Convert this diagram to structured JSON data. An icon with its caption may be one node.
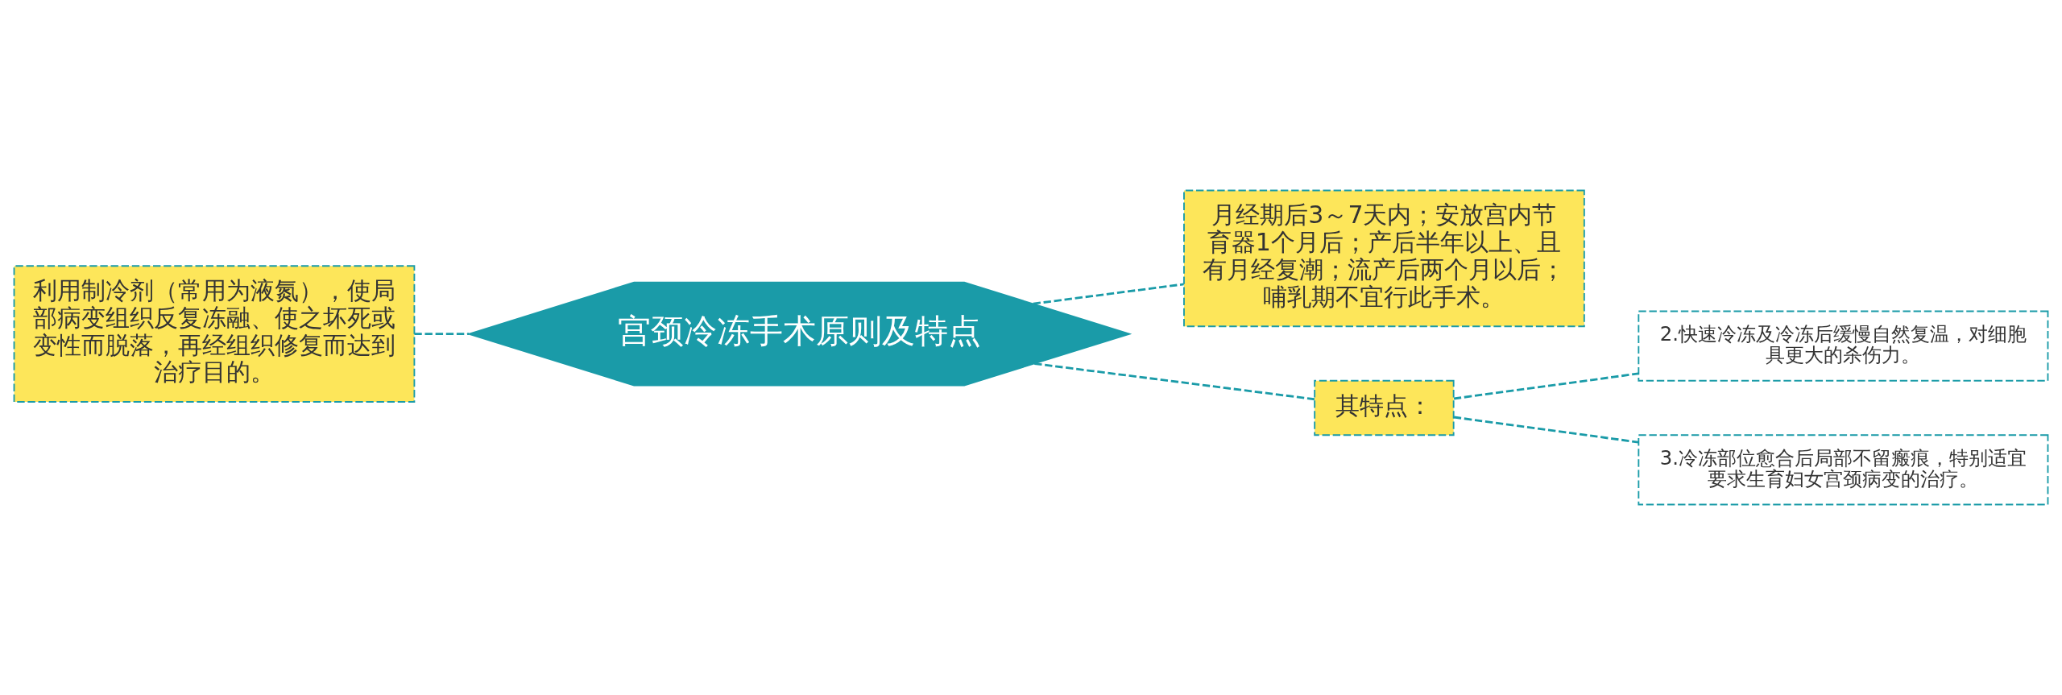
{
  "diagram": {
    "nodes": [
      {
        "text": [
          "宫颈冷冻手术原则及特点"
        ]
      },
      {
        "text": [
          "利用制冷剂（常用为液氮），使局部病变组织反复冻融、使之坏死或变性而脱落，再经组织修复而达到治疗目的。"
        ]
      },
      {
        "text": [
          "月经期后3～7天内；安放宫内节育器1个月后；产后半年以上、且有月经复潮；流产后两个月以后；哺乳期不宜行此手术。"
        ]
      },
      {
        "text": [
          "其特点："
        ]
      },
      {
        "text": [
          "2.快速冷冻及冷冻后缓慢自然复温，对细胞具更大的杀伤力。"
        ]
      },
      {
        "text": [
          "3.冷冻部位愈合后局部不留瘢痕，特别适宜要求生育妇女宫颈病变的治疗。"
        ]
      }
    ],
    "edges": [
      {
        "from": 0,
        "to": 1,
        "arrow": "none",
        "style": "dashed"
      },
      {
        "from": 0,
        "to": 2,
        "arrow": "none",
        "style": "dashed"
      },
      {
        "from": 0,
        "to": 3,
        "arrow": "none",
        "style": "dashed"
      },
      {
        "from": 3,
        "to": 4,
        "arrow": "none",
        "style": "dashed"
      },
      {
        "from": 3,
        "to": 5,
        "arrow": "none",
        "style": "dashed"
      }
    ]
  }
}
